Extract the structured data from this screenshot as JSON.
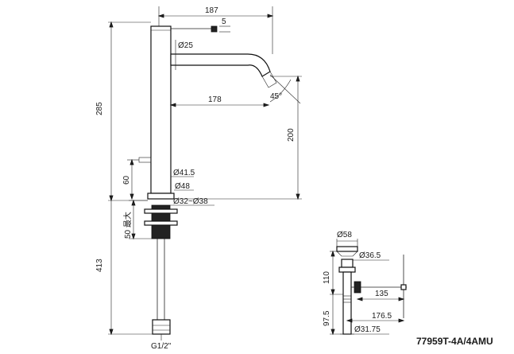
{
  "drawing": {
    "model_code": "77959T-4A/4AMU",
    "dimensions": {
      "width_total": "187",
      "lever": "5",
      "spout_dia": "Ø25",
      "spout_reach": "178",
      "angle": "45°",
      "height_total": "285",
      "spout_height": "200",
      "handle_height": "60",
      "body_dia": "Ø41.5",
      "base_dia": "Ø48",
      "hole_range": "Ø32~Ø38",
      "max_thickness": "50 最大",
      "hose_length": "413",
      "thread": "G1/2\""
    },
    "drain": {
      "cap_dia": "Ø58",
      "flange_dia": "Ø36.5",
      "height_upper": "110",
      "rod_length": "135",
      "height_lower": "97.5",
      "rod_reach": "176.5",
      "tail_dia": "Ø31.75"
    }
  }
}
